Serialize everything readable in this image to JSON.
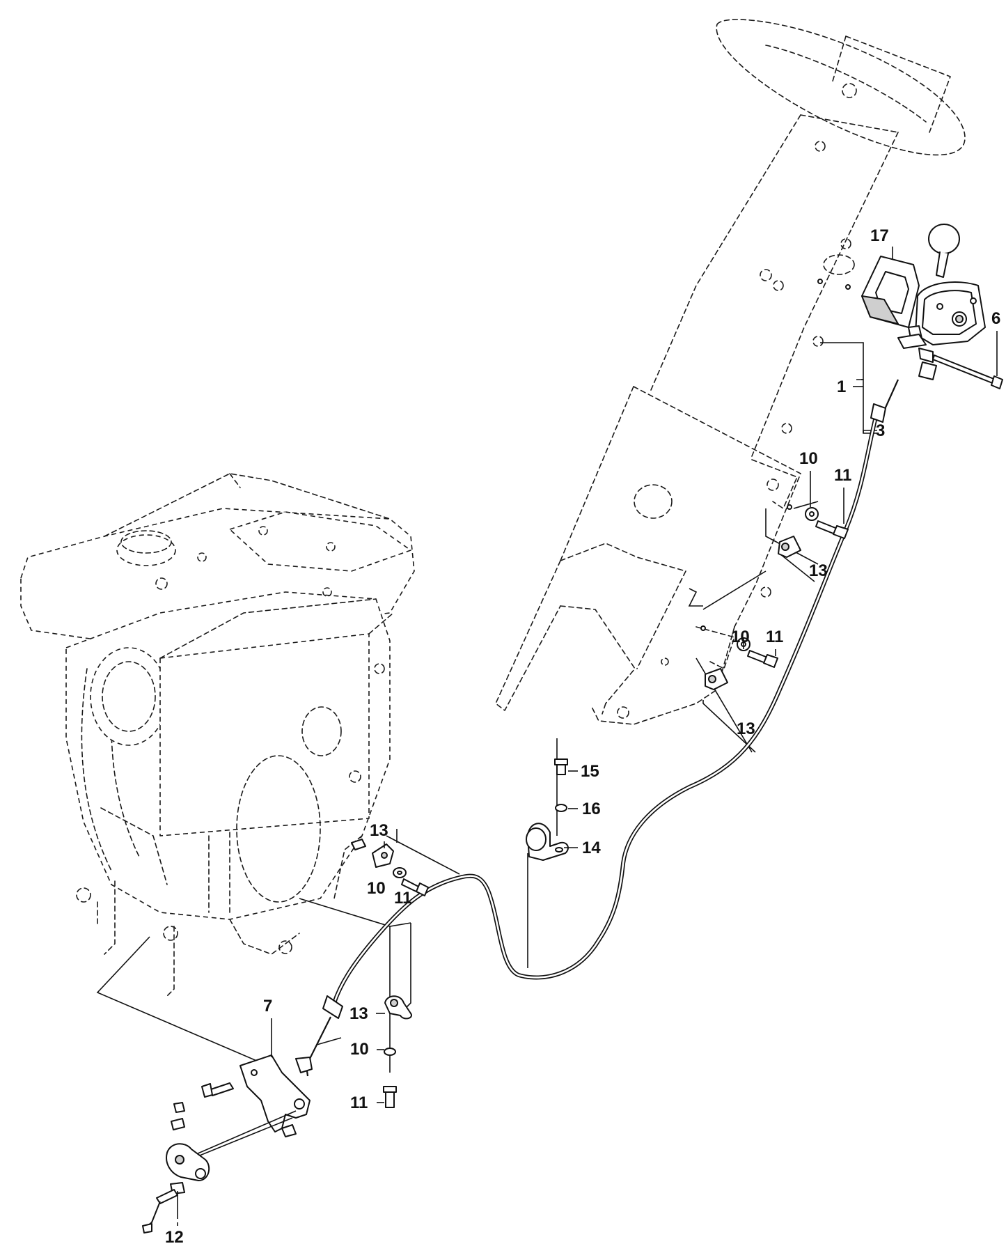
{
  "callouts": [
    {
      "id": "c17",
      "label": "17"
    },
    {
      "id": "c6",
      "label": "6"
    },
    {
      "id": "c1",
      "label": "1"
    },
    {
      "id": "c3",
      "label": "3"
    },
    {
      "id": "c10a",
      "label": "10"
    },
    {
      "id": "c11a",
      "label": "11"
    },
    {
      "id": "c13a",
      "label": "13"
    },
    {
      "id": "c10b",
      "label": "10"
    },
    {
      "id": "c11b",
      "label": "11"
    },
    {
      "id": "c13b",
      "label": "13"
    },
    {
      "id": "c15",
      "label": "15"
    },
    {
      "id": "c16",
      "label": "16"
    },
    {
      "id": "c14",
      "label": "14"
    },
    {
      "id": "c13c",
      "label": "13"
    },
    {
      "id": "c10c",
      "label": "10"
    },
    {
      "id": "c11c",
      "label": "11"
    },
    {
      "id": "c13d",
      "label": "13"
    },
    {
      "id": "c10d",
      "label": "10"
    },
    {
      "id": "c11d",
      "label": "11"
    },
    {
      "id": "c7",
      "label": "7"
    },
    {
      "id": "c12",
      "label": "12"
    }
  ]
}
